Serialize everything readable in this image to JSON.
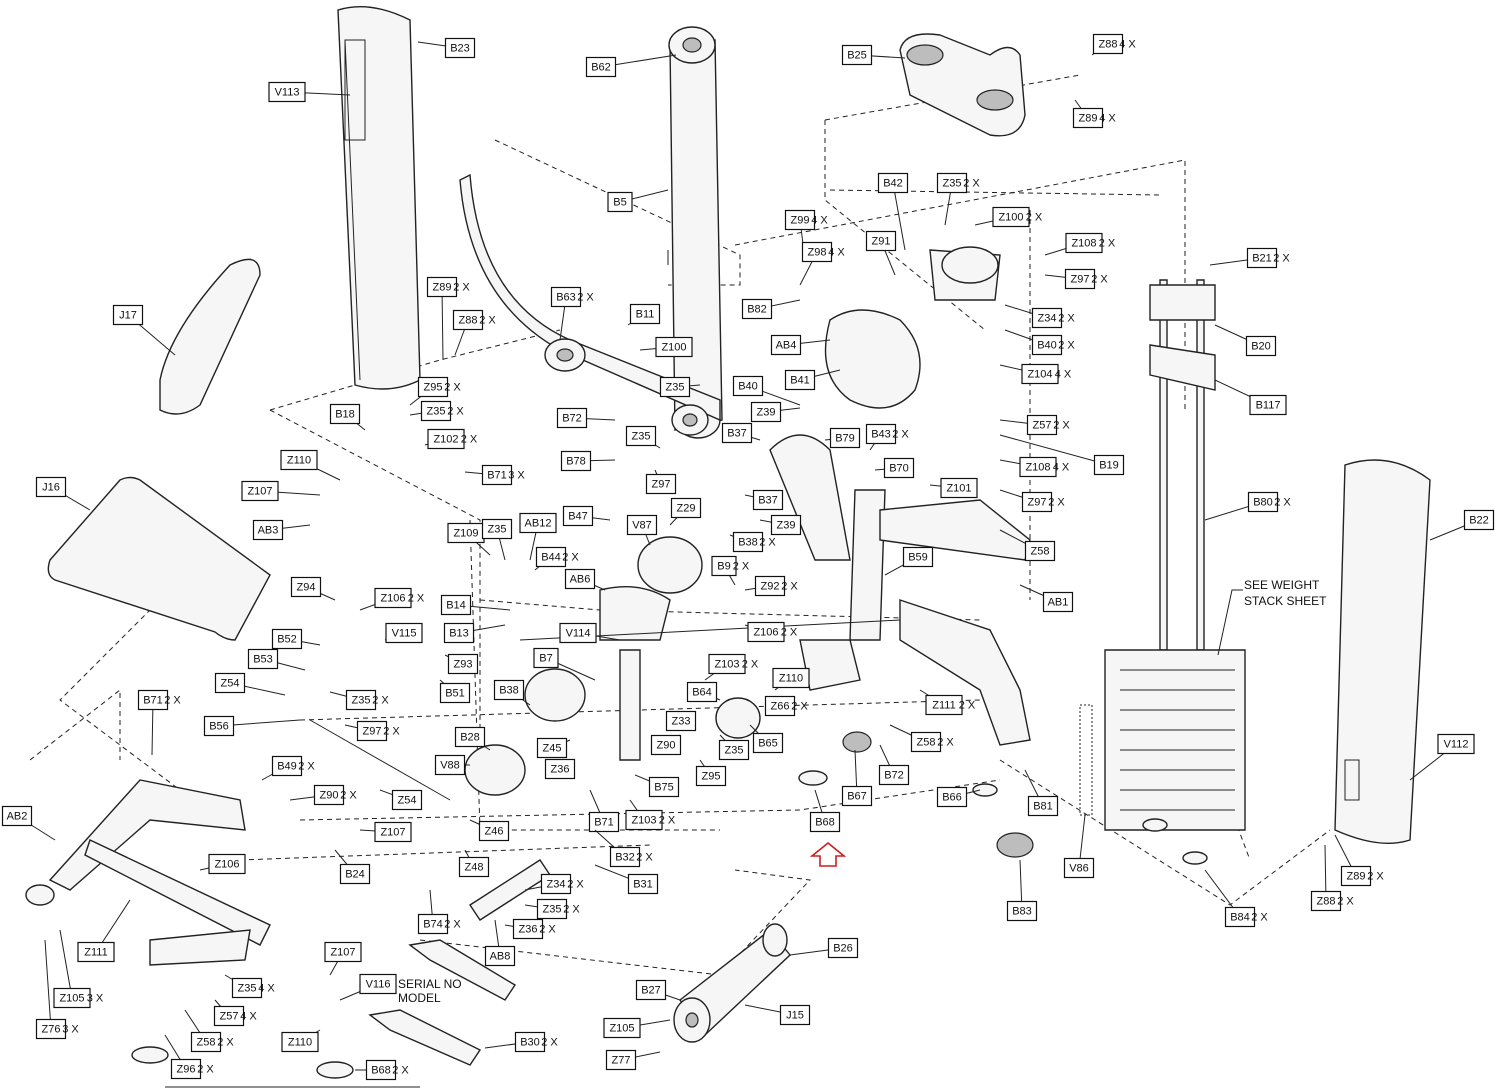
{
  "callouts": [
    {
      "id": "B23",
      "qty": ""
    },
    {
      "id": "V113",
      "qty": ""
    },
    {
      "id": "B62",
      "qty": ""
    },
    {
      "id": "B25",
      "qty": ""
    },
    {
      "id": "Z88",
      "qty": "4 X"
    },
    {
      "id": "Z89",
      "qty": "4 X"
    },
    {
      "id": "B5",
      "qty": ""
    },
    {
      "id": "B42",
      "qty": ""
    },
    {
      "id": "Z35",
      "qty": "2 X"
    },
    {
      "id": "Z99",
      "qty": "4 X"
    },
    {
      "id": "Z100",
      "qty": "2 X"
    },
    {
      "id": "Z91",
      "qty": ""
    },
    {
      "id": "Z108",
      "qty": "2 X"
    },
    {
      "id": "Z98",
      "qty": "4 X"
    },
    {
      "id": "Z97",
      "qty": "2 X"
    },
    {
      "id": "B21",
      "qty": "2 X"
    },
    {
      "id": "Z89",
      "qty": "2 X"
    },
    {
      "id": "Z88",
      "qty": "2 X"
    },
    {
      "id": "B63",
      "qty": "2 X"
    },
    {
      "id": "B11",
      "qty": ""
    },
    {
      "id": "B82",
      "qty": ""
    },
    {
      "id": "Z34",
      "qty": "2 X"
    },
    {
      "id": "J17",
      "qty": ""
    },
    {
      "id": "Z100",
      "qty": ""
    },
    {
      "id": "AB4",
      "qty": ""
    },
    {
      "id": "B40",
      "qty": "2 X"
    },
    {
      "id": "B20",
      "qty": ""
    },
    {
      "id": "Z35",
      "qty": ""
    },
    {
      "id": "B40",
      "qty": ""
    },
    {
      "id": "Z104",
      "qty": "4 X"
    },
    {
      "id": "Z95",
      "qty": "2 X"
    },
    {
      "id": "B41",
      "qty": ""
    },
    {
      "id": "B117",
      "qty": ""
    },
    {
      "id": "Z35",
      "qty": "2 X"
    },
    {
      "id": "B72",
      "qty": ""
    },
    {
      "id": "Z39",
      "qty": ""
    },
    {
      "id": "Z57",
      "qty": "2 X"
    },
    {
      "id": "B18",
      "qty": ""
    },
    {
      "id": "Z102",
      "qty": "2 X"
    },
    {
      "id": "Z35",
      "qty": ""
    },
    {
      "id": "B37",
      "qty": ""
    },
    {
      "id": "B79",
      "qty": ""
    },
    {
      "id": "B43",
      "qty": "2 X"
    },
    {
      "id": "Z110",
      "qty": ""
    },
    {
      "id": "B78",
      "qty": ""
    },
    {
      "id": "B71",
      "qty": "3 X"
    },
    {
      "id": "B70",
      "qty": ""
    },
    {
      "id": "Z108",
      "qty": "4 X"
    },
    {
      "id": "B19",
      "qty": ""
    },
    {
      "id": "J16",
      "qty": ""
    },
    {
      "id": "Z107",
      "qty": ""
    },
    {
      "id": "Z97",
      "qty": ""
    },
    {
      "id": "Z101",
      "qty": ""
    },
    {
      "id": "B37",
      "qty": ""
    },
    {
      "id": "Z97",
      "qty": "2 X"
    },
    {
      "id": "B80",
      "qty": "2 X"
    },
    {
      "id": "B22",
      "qty": ""
    },
    {
      "id": "AB3",
      "qty": ""
    },
    {
      "id": "B47",
      "qty": ""
    },
    {
      "id": "Z29",
      "qty": ""
    },
    {
      "id": "Z39",
      "qty": ""
    },
    {
      "id": "Z109",
      "qty": ""
    },
    {
      "id": "Z35",
      "qty": ""
    },
    {
      "id": "AB12",
      "qty": ""
    },
    {
      "id": "V87",
      "qty": ""
    },
    {
      "id": "B38",
      "qty": "2 X"
    },
    {
      "id": "Z58",
      "qty": ""
    },
    {
      "id": "B44",
      "qty": "2 X"
    },
    {
      "id": "B59",
      "qty": ""
    },
    {
      "id": "Z94",
      "qty": ""
    },
    {
      "id": "AB6",
      "qty": ""
    },
    {
      "id": "B9",
      "qty": "2 X"
    },
    {
      "id": "Z106",
      "qty": "2 X"
    },
    {
      "id": "B14",
      "qty": ""
    },
    {
      "id": "Z92",
      "qty": "2 X"
    },
    {
      "id": "AB1",
      "qty": ""
    },
    {
      "id": "B13",
      "qty": ""
    },
    {
      "id": "V115",
      "qty": ""
    },
    {
      "id": "V114",
      "qty": ""
    },
    {
      "id": "Z106",
      "qty": "2 X"
    },
    {
      "id": "B52",
      "qty": ""
    },
    {
      "id": "B7",
      "qty": ""
    },
    {
      "id": "Z103",
      "qty": "2 X"
    },
    {
      "id": "B53",
      "qty": ""
    },
    {
      "id": "Z93",
      "qty": ""
    },
    {
      "id": "Z110",
      "qty": ""
    },
    {
      "id": "Z54",
      "qty": ""
    },
    {
      "id": "B38",
      "qty": ""
    },
    {
      "id": "B64",
      "qty": ""
    },
    {
      "id": "Z66",
      "qty": "2 X"
    },
    {
      "id": "Z111",
      "qty": "2 X"
    },
    {
      "id": "B51",
      "qty": ""
    },
    {
      "id": "Z35",
      "qty": "2 X"
    },
    {
      "id": "B71",
      "qty": "2 X"
    },
    {
      "id": "B56",
      "qty": ""
    },
    {
      "id": "Z97",
      "qty": "2 X"
    },
    {
      "id": "Z33",
      "qty": ""
    },
    {
      "id": "B28",
      "qty": ""
    },
    {
      "id": "Z90",
      "qty": ""
    },
    {
      "id": "Z35",
      "qty": ""
    },
    {
      "id": "B65",
      "qty": ""
    },
    {
      "id": "Z58",
      "qty": "2 X"
    },
    {
      "id": "V112",
      "qty": ""
    },
    {
      "id": "V88",
      "qty": ""
    },
    {
      "id": "Z45",
      "qty": ""
    },
    {
      "id": "B49",
      "qty": "2 X"
    },
    {
      "id": "Z36",
      "qty": ""
    },
    {
      "id": "B75",
      "qty": ""
    },
    {
      "id": "Z95",
      "qty": ""
    },
    {
      "id": "B72",
      "qty": ""
    },
    {
      "id": "B67",
      "qty": ""
    },
    {
      "id": "B66",
      "qty": ""
    },
    {
      "id": "Z90",
      "qty": "2 X"
    },
    {
      "id": "Z54",
      "qty": ""
    },
    {
      "id": "B81",
      "qty": ""
    },
    {
      "id": "AB2",
      "qty": ""
    },
    {
      "id": "B71",
      "qty": ""
    },
    {
      "id": "Z103",
      "qty": "2 X"
    },
    {
      "id": "B68",
      "qty": ""
    },
    {
      "id": "Z107",
      "qty": ""
    },
    {
      "id": "Z46",
      "qty": ""
    },
    {
      "id": "B32",
      "qty": "2 X"
    },
    {
      "id": "Z106",
      "qty": ""
    },
    {
      "id": "Z48",
      "qty": ""
    },
    {
      "id": "B24",
      "qty": ""
    },
    {
      "id": "B31",
      "qty": ""
    },
    {
      "id": "V86",
      "qty": ""
    },
    {
      "id": "Z34",
      "qty": "2 X"
    },
    {
      "id": "Z89",
      "qty": "2 X"
    },
    {
      "id": "B74",
      "qty": "2 X"
    },
    {
      "id": "Z35",
      "qty": "2 X"
    },
    {
      "id": "B83",
      "qty": ""
    },
    {
      "id": "B84",
      "qty": "2 X"
    },
    {
      "id": "Z88",
      "qty": "2 X"
    },
    {
      "id": "Z36",
      "qty": "2 X"
    },
    {
      "id": "Z111",
      "qty": ""
    },
    {
      "id": "AB8",
      "qty": ""
    },
    {
      "id": "B26",
      "qty": ""
    },
    {
      "id": "Z107",
      "qty": ""
    },
    {
      "id": "Z105",
      "qty": "3 X"
    },
    {
      "id": "Z35",
      "qty": "4 X"
    },
    {
      "id": "V116",
      "qty": ""
    },
    {
      "id": "B27",
      "qty": ""
    },
    {
      "id": "Z57",
      "qty": "4 X"
    },
    {
      "id": "J15",
      "qty": ""
    },
    {
      "id": "Z76",
      "qty": "3 X"
    },
    {
      "id": "Z58",
      "qty": "2 X"
    },
    {
      "id": "Z110",
      "qty": ""
    },
    {
      "id": "Z105",
      "qty": ""
    },
    {
      "id": "B30",
      "qty": "2 X"
    },
    {
      "id": "Z96",
      "qty": "2 X"
    },
    {
      "id": "B68",
      "qty": "2 X"
    },
    {
      "id": "Z77",
      "qty": ""
    }
  ],
  "notes": {
    "weight_stack_line1": "SEE WEIGHT",
    "weight_stack_line2": "STACK SHEET",
    "serial_line1": "SERIAL NO",
    "serial_line2": "MODEL"
  },
  "colors": {
    "line": "#222222",
    "arrow": "#cc1f1f",
    "fill": "#f6f6f6"
  }
}
